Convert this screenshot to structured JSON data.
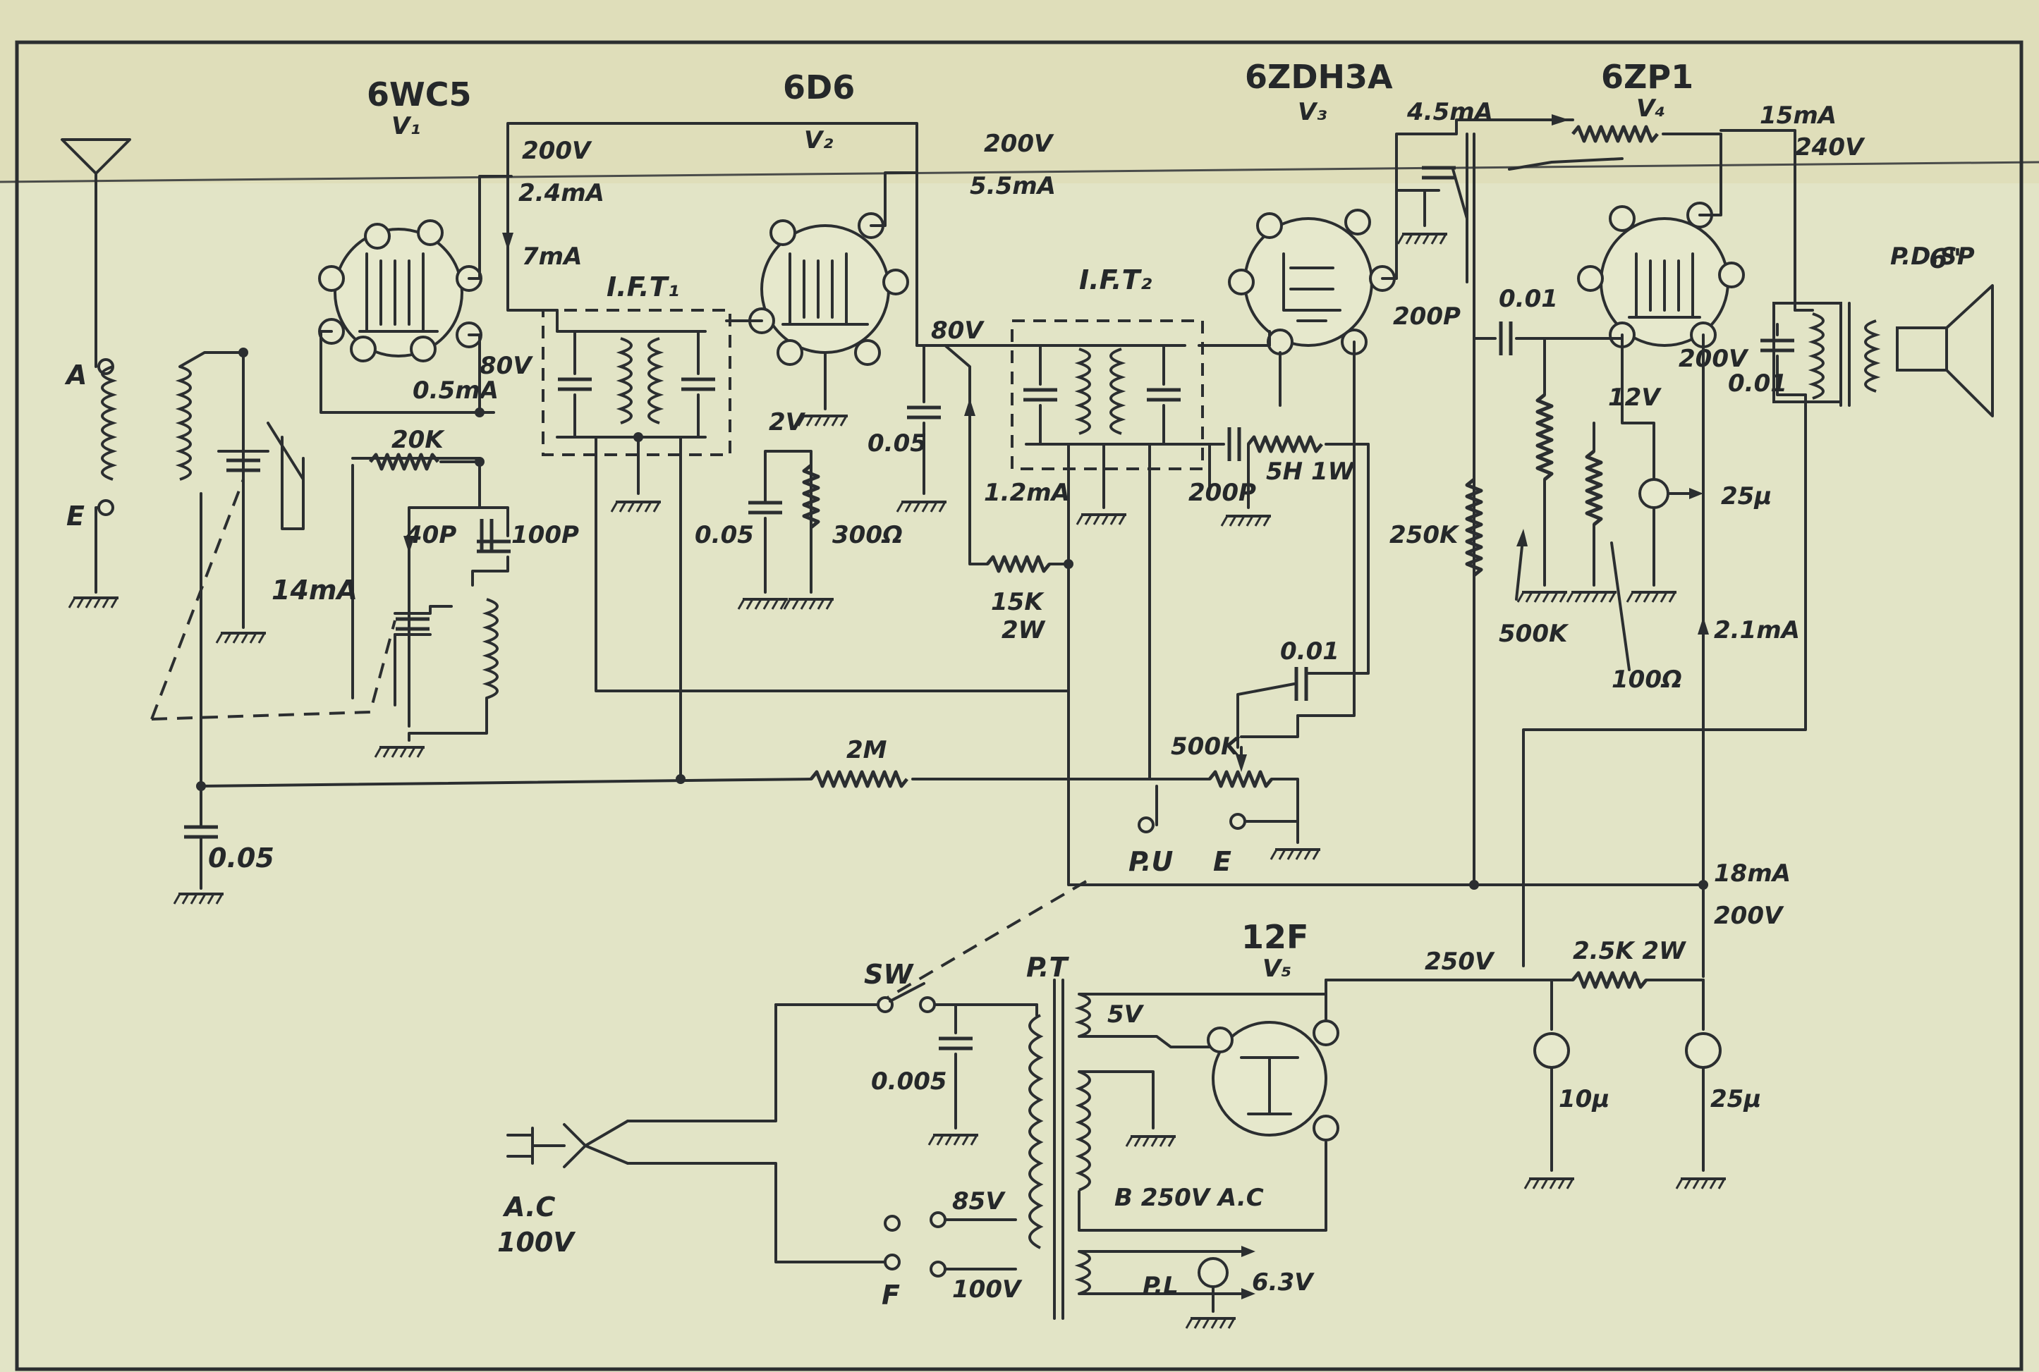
{
  "tubes": {
    "v1": {
      "type": "6WC5",
      "ref": "V₁"
    },
    "v2": {
      "type": "6D6",
      "ref": "V₂"
    },
    "v3": {
      "type": "6ZDH3A",
      "ref": "V₃"
    },
    "v4": {
      "type": "6ZP1",
      "ref": "V₄"
    },
    "v5": {
      "type": "12F",
      "ref": "V₅"
    }
  },
  "blocks": {
    "ift1": "I.F.T₁",
    "ift2": "I.F.T₂",
    "power_transformer": "P.T",
    "speaker": "6\"",
    "speaker_type": "P.D.SP",
    "switch": "SW",
    "antenna": "A",
    "earth": "E",
    "pickup": "P.U",
    "pickup_earth": "E",
    "pilot_lamp": "P.L",
    "ac_input": "A.C",
    "ac_voltage": "100V",
    "fuse": "F"
  },
  "voltages": {
    "v1_screen": "200V",
    "v1_plate_current": "2.4mA",
    "v1_cathode_current": "7mA",
    "v1_grid": "80V",
    "v1_osc_current": "0.5mA",
    "v1_total": "14mA",
    "v2_supply": "200V",
    "v2_current": "5.5mA",
    "v2_screen": "80V",
    "v2_cathode": "2V",
    "v2_screen_current": "1.2mA",
    "v3_plate_current": "4.5mA",
    "v4_screen_current": "15mA",
    "v4_screen": "240V",
    "v4_plate": "200V",
    "v4_cathode": "12V",
    "v4_cathode_current": "2.1mA",
    "b_plus_current": "18mA",
    "b_plus": "200V",
    "rect_out": "250V",
    "tap_85": "85V",
    "tap_100": "100V",
    "heater_rect": "5V",
    "hv_secondary": "B 250V A.C",
    "heater": "6.3V"
  },
  "components": {
    "r_20k": "20K",
    "r_300": "300Ω",
    "r_15k": "15K",
    "r_15k_watt": "2W",
    "r_2m": "2M",
    "r_500k_vol": "500K",
    "r_250k": "250K",
    "r_500k": "500K",
    "r_100": "100Ω",
    "r_2_5k": "2.5K 2W",
    "c_40p": "40P",
    "c_100p": "100P",
    "c_0_05_agc": "0.05",
    "c_0_05_v2": "0.05",
    "c_0_05_scr": "0.05",
    "c_200p_det": "200P",
    "c_5h": "5H 1W",
    "c_0_01_vol": "0.01",
    "c_200p_v3": "200P",
    "c_0_01_cpl": "0.01",
    "c_0_01_spk": "0.01",
    "c_25u_cat": "25μ",
    "c_10u": "10μ",
    "c_25u_filt": "25μ",
    "c_0_005": "0.005"
  }
}
